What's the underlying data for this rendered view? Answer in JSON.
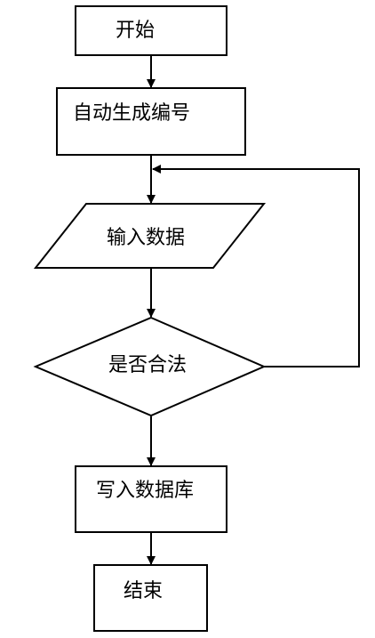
{
  "flowchart": {
    "nodes": {
      "start": {
        "label": "开始",
        "shape": "process"
      },
      "auto_number": {
        "label": "自动生成编号",
        "shape": "process"
      },
      "input": {
        "label": "输入数据",
        "shape": "data"
      },
      "check": {
        "label": "是否合法",
        "shape": "decision"
      },
      "write_db": {
        "label": "写入数据库",
        "shape": "process"
      },
      "end": {
        "label": "结束",
        "shape": "process"
      }
    },
    "edges": [
      {
        "from": "start",
        "to": "auto_number"
      },
      {
        "from": "auto_number",
        "to": "input"
      },
      {
        "from": "input",
        "to": "check"
      },
      {
        "from": "check",
        "to": "write_db"
      },
      {
        "from": "write_db",
        "to": "end"
      },
      {
        "from": "check",
        "to": "input",
        "route": "loop-back-right"
      }
    ],
    "colors": {
      "stroke": "#000000",
      "fill": "#ffffff",
      "text": "#000000"
    }
  }
}
